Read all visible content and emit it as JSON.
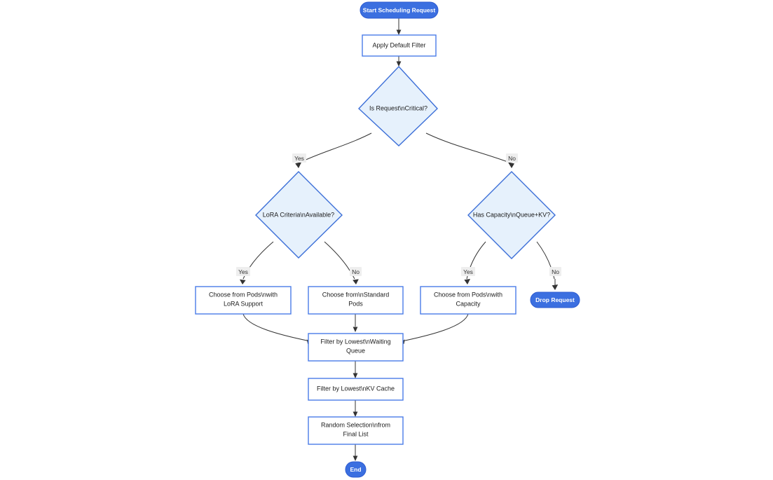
{
  "diagram": {
    "type": "flowchart",
    "title": "",
    "direction": "top-down",
    "colors": {
      "terminal_fill": "#3b6fe0",
      "terminal_text": "#ffffff",
      "process_fill": "#ffffff",
      "process_border": "#4a7ce8",
      "decision_fill": "#e6f1fc",
      "decision_border": "#3c6fd8",
      "edge_stroke": "#333333",
      "edge_label_bg": "#eeeeee",
      "node_text": "#1b1b1b"
    },
    "nodes": {
      "start": {
        "label": "Start Scheduling Request",
        "shape": "terminal"
      },
      "apply_default_filter": {
        "label": "Apply Default Filter",
        "shape": "process"
      },
      "is_request_critical": {
        "label": "Is Request\\nCritical?",
        "shape": "decision"
      },
      "lora_criteria_available": {
        "label": "LoRA Criteria\\nAvailable?",
        "shape": "decision"
      },
      "has_capacity": {
        "label": "Has Capacity\\nQueue+KV?",
        "shape": "decision"
      },
      "choose_lora_pods_line1": {
        "label": "Choose from Pods\\nwith",
        "shape": "process"
      },
      "choose_lora_pods_line2": {
        "label": "LoRA Support",
        "shape": "process"
      },
      "choose_standard_pods_line1": {
        "label": "Choose from\\nStandard",
        "shape": "process"
      },
      "choose_standard_pods_line2": {
        "label": "Pods",
        "shape": "process"
      },
      "choose_capacity_pods_line1": {
        "label": "Choose from Pods\\nwith",
        "shape": "process"
      },
      "choose_capacity_pods_line2": {
        "label": "Capacity",
        "shape": "process"
      },
      "drop_request": {
        "label": "Drop Request",
        "shape": "terminal"
      },
      "filter_waiting_queue_line1": {
        "label": "Filter by Lowest\\nWaiting",
        "shape": "process"
      },
      "filter_waiting_queue_line2": {
        "label": "Queue",
        "shape": "process"
      },
      "filter_kv_cache": {
        "label": "Filter by Lowest\\nKV Cache",
        "shape": "process"
      },
      "random_selection_line1": {
        "label": "Random Selection\\nfrom",
        "shape": "process"
      },
      "random_selection_line2": {
        "label": "Final List",
        "shape": "process"
      },
      "end": {
        "label": "End",
        "shape": "terminal"
      }
    },
    "edge_labels": {
      "critical_yes": "Yes",
      "critical_no": "No",
      "lora_yes": "Yes",
      "lora_no": "No",
      "capacity_yes": "Yes",
      "capacity_no": "No"
    }
  }
}
